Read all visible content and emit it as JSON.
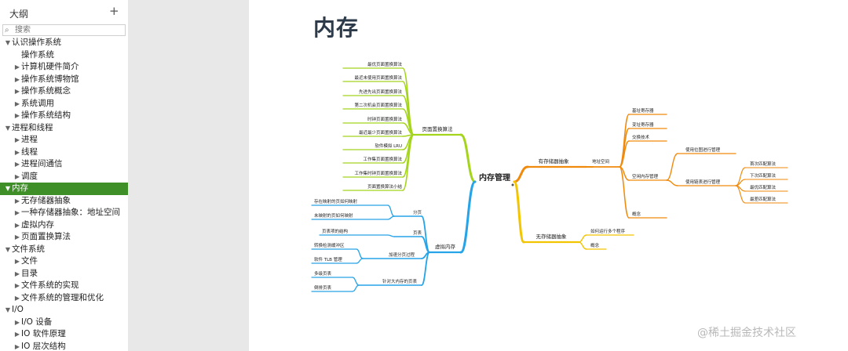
{
  "sidebar": {
    "title": "大纲",
    "add_label": "+",
    "search": {
      "placeholder": "搜索",
      "icon": "search-icon"
    },
    "selected_color": "#3f8f29",
    "items": [
      {
        "label": "认识操作系统",
        "level": 0,
        "arrow": "▼"
      },
      {
        "label": "操作系统",
        "level": 1,
        "arrow": ""
      },
      {
        "label": "计算机硬件简介",
        "level": 1,
        "arrow": "▶"
      },
      {
        "label": "操作系统博物馆",
        "level": 1,
        "arrow": "▶"
      },
      {
        "label": "操作系统概念",
        "level": 1,
        "arrow": "▶"
      },
      {
        "label": "系统调用",
        "level": 1,
        "arrow": "▶"
      },
      {
        "label": "操作系统结构",
        "level": 1,
        "arrow": "▶"
      },
      {
        "label": "进程和线程",
        "level": 0,
        "arrow": "▼"
      },
      {
        "label": "进程",
        "level": 1,
        "arrow": "▶"
      },
      {
        "label": "线程",
        "level": 1,
        "arrow": "▶"
      },
      {
        "label": "进程间通信",
        "level": 1,
        "arrow": "▶"
      },
      {
        "label": "调度",
        "level": 1,
        "arrow": "▶"
      },
      {
        "label": "内存",
        "level": 0,
        "arrow": "▼",
        "selected": true
      },
      {
        "label": "无存储器抽象",
        "level": 1,
        "arrow": "▶"
      },
      {
        "label": "一种存储器抽象：地址空间",
        "level": 1,
        "arrow": "▶"
      },
      {
        "label": "虚拟内存",
        "level": 1,
        "arrow": "▶"
      },
      {
        "label": "页面置换算法",
        "level": 1,
        "arrow": "▶"
      },
      {
        "label": "文件系统",
        "level": 0,
        "arrow": "▼"
      },
      {
        "label": "文件",
        "level": 1,
        "arrow": "▶"
      },
      {
        "label": "目录",
        "level": 1,
        "arrow": "▶"
      },
      {
        "label": "文件系统的实现",
        "level": 1,
        "arrow": "▶"
      },
      {
        "label": "文件系统的管理和优化",
        "level": 1,
        "arrow": "▶"
      },
      {
        "label": "I/O",
        "level": 0,
        "arrow": "▼"
      },
      {
        "label": "I/O 设备",
        "level": 1,
        "arrow": "▶"
      },
      {
        "label": "IO 软件原理",
        "level": 1,
        "arrow": "▶"
      },
      {
        "label": "IO 层次结构",
        "level": 1,
        "arrow": "▶"
      }
    ]
  },
  "main": {
    "title": "内存",
    "mindmap": {
      "root": "内存管理",
      "colors": {
        "green": "#a4d41c",
        "blue": "#27a3e8",
        "orange": "#f08a0c",
        "yellow": "#f3c400"
      },
      "branches": [
        {
          "label": "页面置换算法",
          "color": "green",
          "children": [
            {
              "label": "最优页面置换算法"
            },
            {
              "label": "最近未使用页面置换算法"
            },
            {
              "label": "先进先出页面置换算法"
            },
            {
              "label": "第二次机会页面置换算法"
            },
            {
              "label": "时钟页面置换算法"
            },
            {
              "label": "最近最少页面置换算法"
            },
            {
              "label": "软件模拟 LRU"
            },
            {
              "label": "工作集页面置换算法"
            },
            {
              "label": "工作集时钟页面置换算法"
            },
            {
              "label": "页面置换算法小结"
            }
          ]
        },
        {
          "label": "虚拟内存",
          "color": "blue",
          "children": [
            {
              "label": "分页",
              "children": [
                {
                  "label": "存在映射的页如何映射"
                },
                {
                  "label": "未映射的页如何映射"
                }
              ]
            },
            {
              "label": "页表",
              "children": [
                {
                  "label": "页表项的结构"
                }
              ]
            },
            {
              "label": "加速分页过程",
              "children": [
                {
                  "label": "转换检测缓冲区"
                },
                {
                  "label": "软件 TLB 管理"
                }
              ]
            },
            {
              "label": "针对大内存的页表",
              "children": [
                {
                  "label": "多级页表"
                },
                {
                  "label": "倒排页表"
                }
              ]
            }
          ]
        },
        {
          "label": "有存储器抽象",
          "color": "orange",
          "children": [
            {
              "label": "地址空间",
              "children": [
                {
                  "label": "基址寄存器"
                },
                {
                  "label": "变址寄存器"
                },
                {
                  "label": "交换技术"
                },
                {
                  "label": "空闲内存管理",
                  "children": [
                    {
                      "label": "使用位图进行管理"
                    },
                    {
                      "label": "使用链表进行管理",
                      "children": [
                        {
                          "label": "首次匹配算法"
                        },
                        {
                          "label": "下次匹配算法"
                        },
                        {
                          "label": "最优匹配算法"
                        },
                        {
                          "label": "最差匹配算法"
                        }
                      ]
                    }
                  ]
                },
                {
                  "label": "概念"
                }
              ]
            }
          ]
        },
        {
          "label": "无存储器抽象",
          "color": "yellow",
          "children": [
            {
              "label": "如何运行多个程序"
            },
            {
              "label": "概念"
            }
          ]
        }
      ]
    }
  },
  "watermark": "@稀土掘金技术社区"
}
